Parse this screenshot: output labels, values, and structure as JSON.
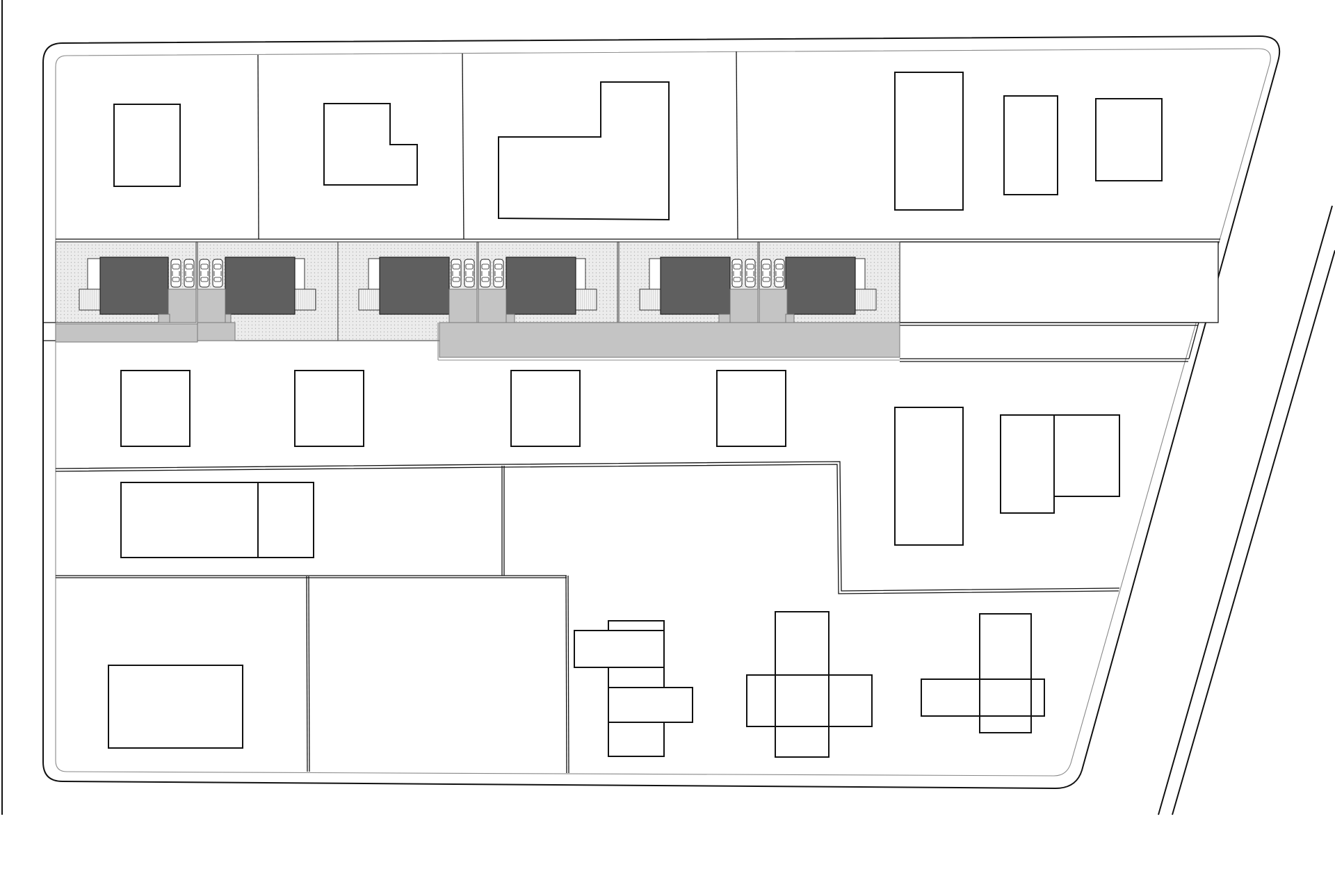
{
  "drawing": {
    "kind": "site plan",
    "colors": {
      "line": "#111111",
      "row_house_roof": "#5f5f5f",
      "paved_access": "#c4c4c4",
      "row_house_plot": "#ebebeb",
      "terrace": "#f4f4f4",
      "background": "#ffffff"
    },
    "row_houses": {
      "pairs": 3,
      "units": 6,
      "cars_per_pair": 4
    }
  }
}
